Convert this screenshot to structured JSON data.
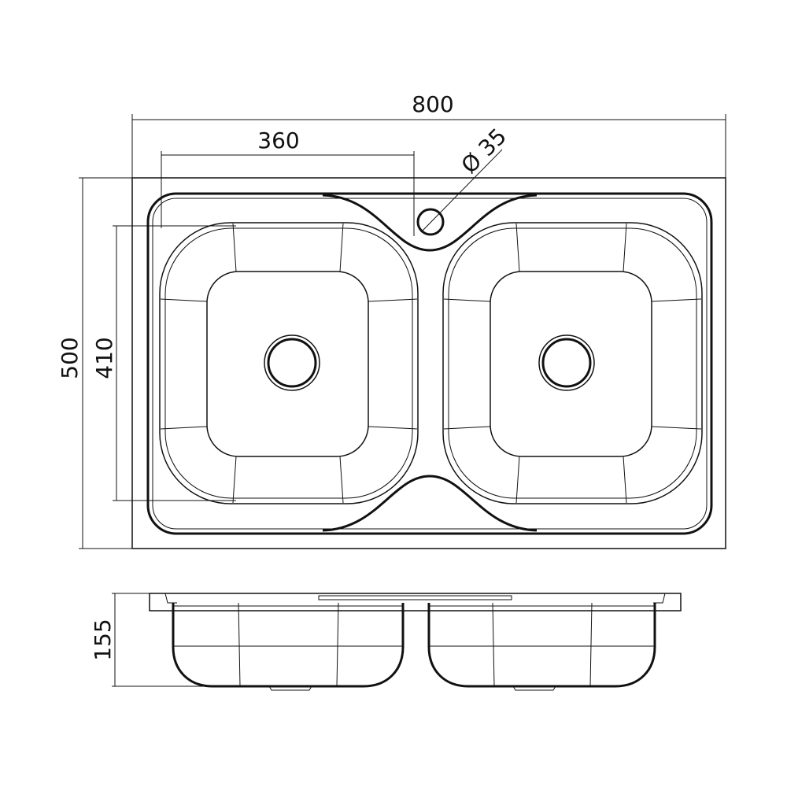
{
  "title": "Double bowl sink technical drawing",
  "dimensions": {
    "overall_width": "800",
    "bowl_width": "360",
    "tap_hole": "Ø 35",
    "overall_depth": "500",
    "bowl_depth": "410",
    "bowl_height": "155"
  },
  "colors": {
    "line": "#111111",
    "background": "#ffffff"
  }
}
